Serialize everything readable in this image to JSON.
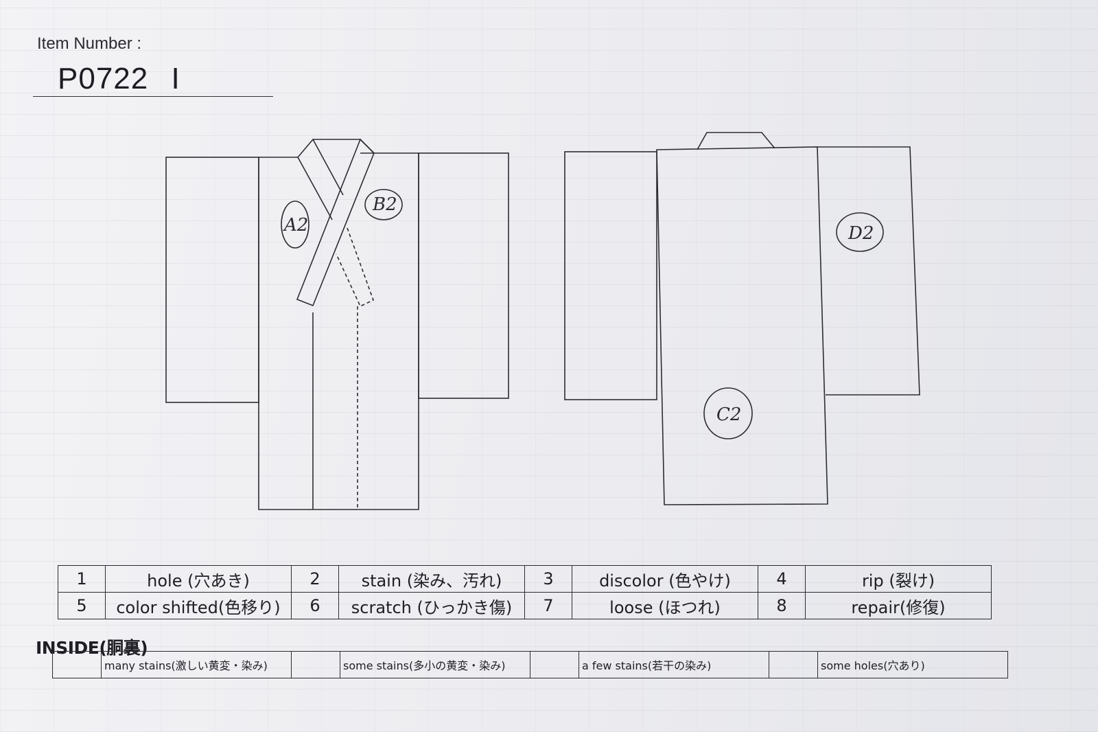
{
  "header": {
    "item_number_label": "Item Number :",
    "item_number": "P0722 I"
  },
  "diagram": {
    "front_marks": [
      "A2",
      "B2"
    ],
    "back_marks": [
      "C2",
      "D2"
    ]
  },
  "legend": {
    "rows": [
      [
        {
          "num": "1",
          "label": "hole (穴あき)"
        },
        {
          "num": "2",
          "label": "stain (染み、汚れ)"
        },
        {
          "num": "3",
          "label": "discolor (色やけ)"
        },
        {
          "num": "4",
          "label": "rip (裂け)"
        }
      ],
      [
        {
          "num": "5",
          "label": "color shifted(色移り)"
        },
        {
          "num": "6",
          "label": "scratch (ひっかき傷)"
        },
        {
          "num": "7",
          "label": "loose (ほつれ)"
        },
        {
          "num": "8",
          "label": "repair(修復)"
        }
      ]
    ]
  },
  "inside": {
    "title": "INSIDE(胴裏)",
    "options": [
      "many stains(激しい黄変・染み)",
      "some stains(多小の黄変・染み)",
      "a few stains(若干の染み)",
      "some holes(穴あり)"
    ]
  }
}
